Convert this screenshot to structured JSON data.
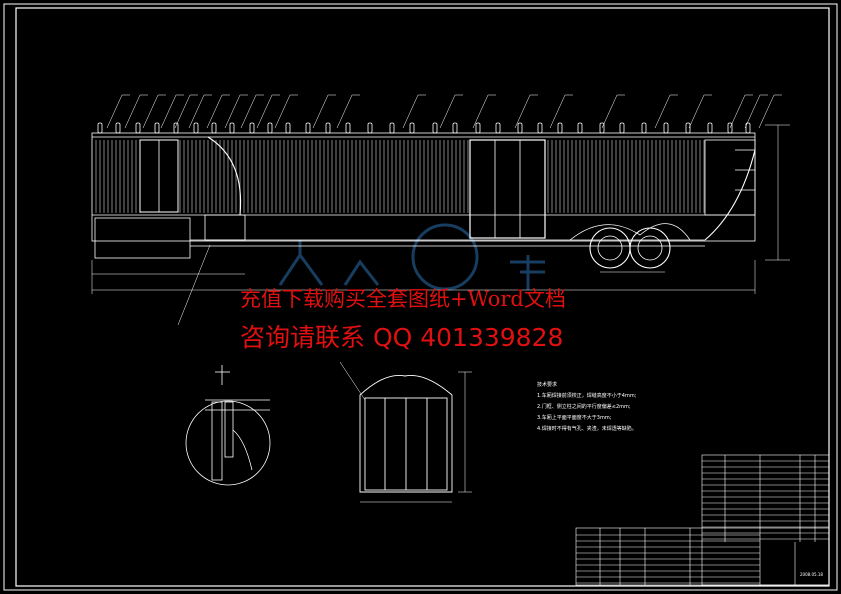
{
  "watermark": {
    "line1": "充值下载购买全套图纸+Word文档",
    "line2": "咨询请联系  QQ 401339828"
  },
  "notes": {
    "title": "技术要求",
    "items": [
      "1.车厢焊接前须校正，焊缝高度不小于4mm;",
      "2.门框、侧立柱之间的平行度偏差≤2mm;",
      "3.车厢上平面平面度不大于3mm;",
      "4.焊接时不得有气孔、夹渣，未焊透等缺陷。"
    ]
  },
  "title_block": {
    "date": "2008.05.18"
  },
  "colors": {
    "background": "#000000",
    "lines": "#ffffff",
    "watermark_red": "#e01010",
    "logo_blue": "#2a6fb0"
  }
}
